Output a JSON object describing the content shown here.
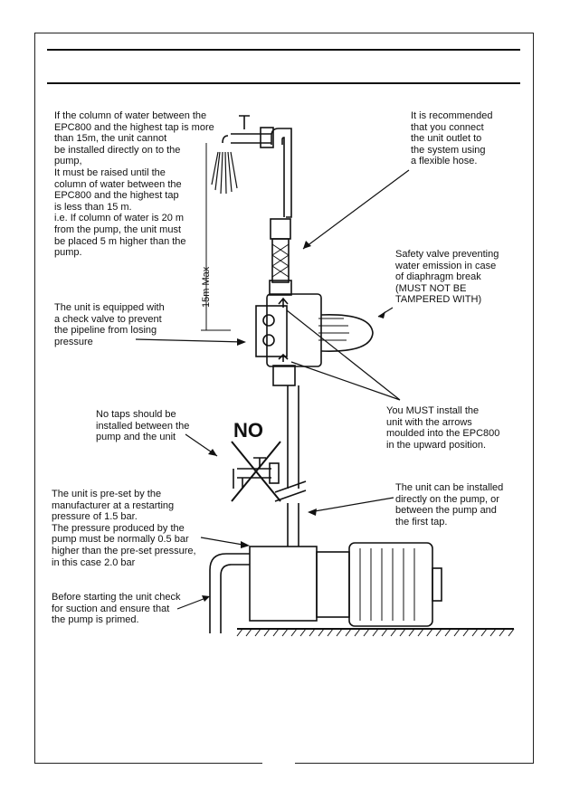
{
  "callouts": {
    "column_note": "If the column of water between the\nEPC800 and the highest tap is more\nthan 15m, the unit cannot\nbe installed directly on to the\npump,\nIt must be raised until the\ncolumn of water between the\nEPC800 and the highest tap\nis less than 15 m.\ni.e. If column of water is 20 m\nfrom the pump, the unit must\nbe placed 5 m higher than the\npump.",
    "outlet_note": "It is recommended\nthat you connect\nthe unit outlet to\nthe system using\na flexible hose.",
    "safety_valve": "Safety valve preventing\nwater emission in case\nof diaphragm break\n(MUST NOT BE\nTAMPERED WITH)",
    "check_valve": "The unit is equipped with\na check valve to prevent\nthe pipeline from losing\npressure",
    "no_taps": "No taps should be\ninstalled between the\npump and the unit",
    "arrows_note": "You MUST install the\nunit with the arrows\nmoulded into the  EPC800\nin the upward position.",
    "preset_note": "The unit is pre-set by the\nmanufacturer at a restarting\npressure of 1.5 bar.\nThe pressure produced by the\npump must be normally 0.5 bar\nhigher than the pre-set pressure,\nin this case 2.0 bar",
    "direct_install": "The unit can be installed\ndirectly on the pump, or\nbetween the pump and\nthe first tap.",
    "priming_note": "Before starting the unit check\nfor suction and ensure that\nthe pump is primed."
  },
  "diagram": {
    "height_label": "15m Max",
    "no_label": "NO"
  },
  "colors": {
    "ink": "#111111",
    "paper": "#ffffff"
  }
}
